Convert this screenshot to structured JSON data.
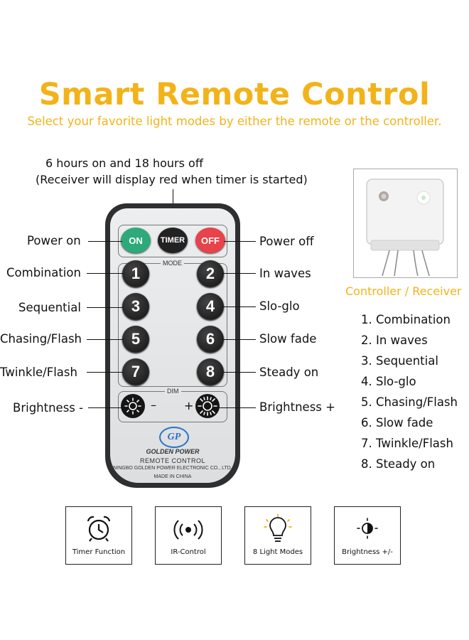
{
  "header": {
    "title": "Smart Remote Control",
    "subtitle": "Select your favorite light modes by either the remote or the controller."
  },
  "timer_note": {
    "line1": "6 hours on and 18 hours off",
    "line2": "(Receiver will display red when timer is started)"
  },
  "remote": {
    "buttons": {
      "on": "ON",
      "timer": "TIMER",
      "off": "OFF"
    },
    "mode_label": "MODE",
    "dim_label": "DIM",
    "dim_minus": "–",
    "dim_plus": "+",
    "numbers": [
      "1",
      "2",
      "3",
      "4",
      "5",
      "6",
      "7",
      "8"
    ],
    "brand_logo": "GP",
    "brand_name": "GOLDEN POWER",
    "brand_sub": "REMOTE CONTROL",
    "brand_company": "NINGBO GOLDEN POWER ELECTRONIC CO., LTD.",
    "brand_made": "MADE IN CHINA",
    "colors": {
      "on": "#2eaa7a",
      "timer": "#222222",
      "off": "#e8424a"
    }
  },
  "labels": {
    "power_on": "Power on",
    "power_off": "Power off",
    "left": [
      "Combination",
      "Sequential",
      "Chasing/Flash",
      "Twinkle/Flash"
    ],
    "right": [
      "In waves",
      "Slo-glo",
      "Slow fade",
      "Steady on"
    ],
    "brightness_minus": "Brightness -",
    "brightness_plus": "Brightness +"
  },
  "receiver": {
    "caption": "Controller / Receiver"
  },
  "mode_list": [
    "1. Combination",
    "2. In waves",
    "3. Sequential",
    "4. Slo-glo",
    "5. Chasing/Flash",
    "6. Slow fade",
    "7. Twinkle/Flash",
    "8. Steady on"
  ],
  "features": [
    {
      "label": "Timer Function",
      "icon": "alarm-clock-icon"
    },
    {
      "label": "IR-Control",
      "icon": "ir-signal-icon"
    },
    {
      "label": "8 Light Modes",
      "icon": "light-bulb-icon"
    },
    {
      "label": "Brightness +/-",
      "icon": "brightness-icon"
    }
  ],
  "accent_color": "#f2b319"
}
